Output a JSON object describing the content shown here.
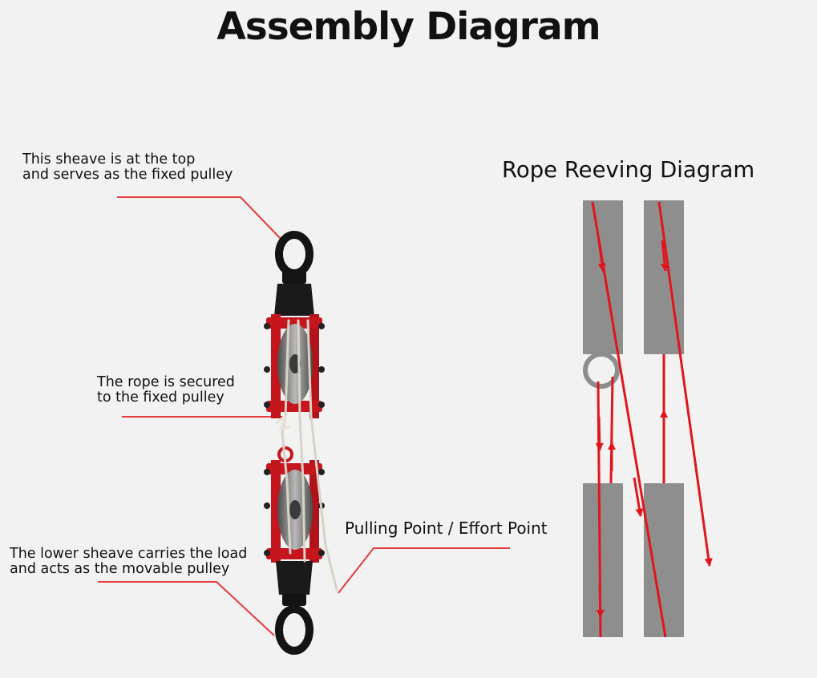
{
  "title": "Assembly Diagram",
  "callouts": {
    "top_sheave": [
      "This sheave is at the top",
      "and serves as the fixed pulley"
    ],
    "rope_secured": [
      "The rope is secured",
      "to the fixed pulley"
    ],
    "pulling_point": "Pulling Point / Effort Point",
    "lower_sheave": [
      "The lower sheave carries the load",
      "and acts as the movable pulley"
    ]
  },
  "reeving": {
    "title": "Rope Reeving Diagram"
  },
  "colors": {
    "leader": "#e43b3b",
    "rope_arrow": "#e0161c",
    "block_gray": "#8e8e8e",
    "frame_red": "#c4161c",
    "hook_black": "#141414"
  }
}
